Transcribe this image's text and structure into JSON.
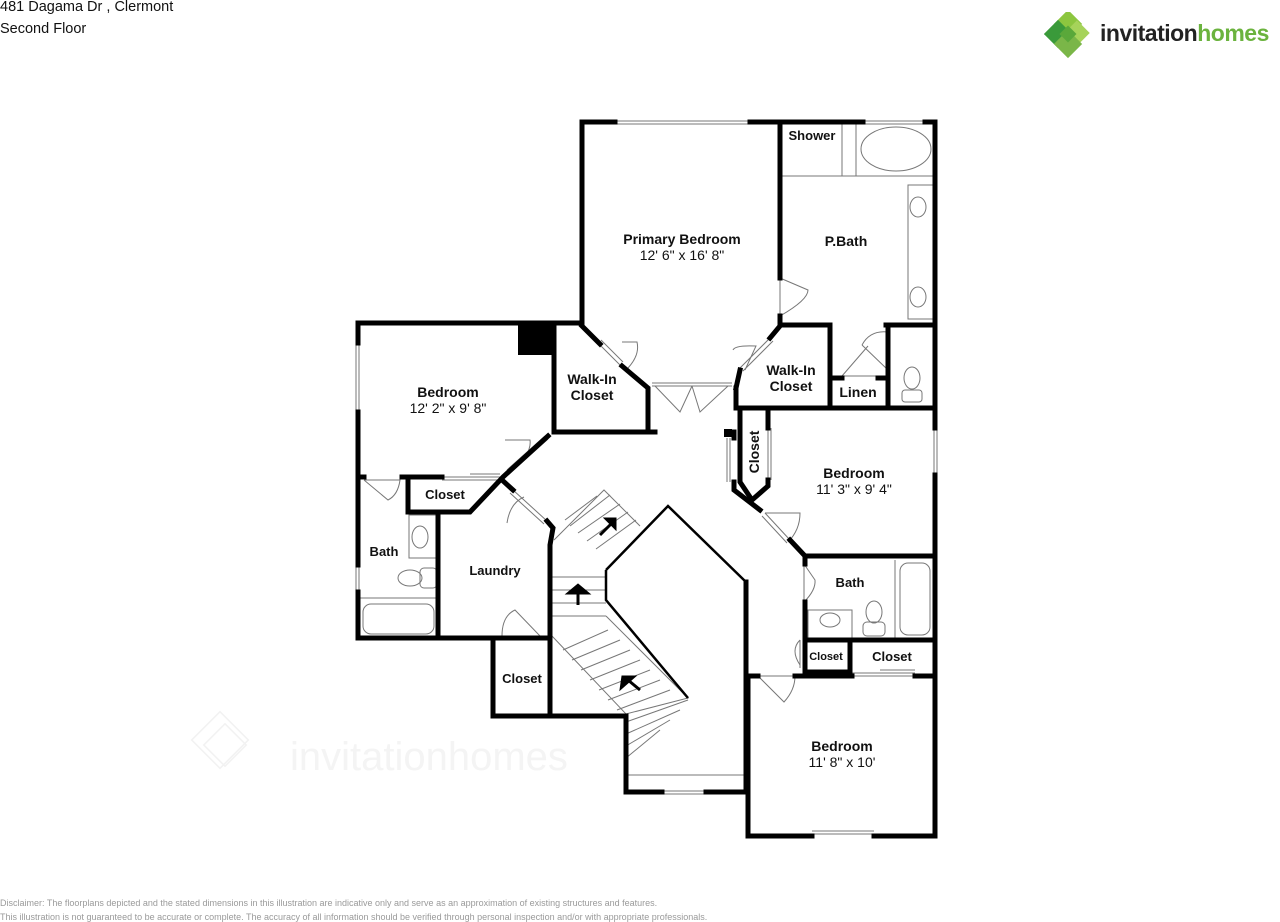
{
  "header": {
    "address": "481 Dagama Dr , Clermont",
    "floor": "Second Floor"
  },
  "logo": {
    "word1": "invitation",
    "word2": "homes",
    "icon": "invitation-homes-diamond-logo-icon",
    "colors": {
      "dark": "#222222",
      "green": "#6bb33e",
      "light_green": "#8cc63f",
      "deep_green": "#3a9a3a"
    }
  },
  "watermark": {
    "logo_text": "invitationhomes"
  },
  "rooms": [
    {
      "id": "primary-bedroom",
      "name": "Primary Bedroom",
      "dims": "12' 6\" x 16' 8\""
    },
    {
      "id": "shower",
      "name": "Shower",
      "dims": ""
    },
    {
      "id": "primary-bath",
      "name": "P.Bath",
      "dims": ""
    },
    {
      "id": "bedroom-west",
      "name": "Bedroom",
      "dims": "12' 2\" x 9' 8\""
    },
    {
      "id": "walk-in-closet-west",
      "name": "Walk-In\nCloset",
      "name_line1": "Walk-In",
      "name_line2": "Closet"
    },
    {
      "id": "walk-in-closet-east",
      "name": "Walk-In\nCloset",
      "name_line1": "Walk-In",
      "name_line2": "Closet"
    },
    {
      "id": "linen",
      "name": "Linen"
    },
    {
      "id": "closet-bedroom-east",
      "name": "Closet"
    },
    {
      "id": "bedroom-east",
      "name": "Bedroom",
      "dims": "11' 3\" x 9' 4\""
    },
    {
      "id": "closet-west",
      "name": "Closet"
    },
    {
      "id": "bath-west",
      "name": "Bath"
    },
    {
      "id": "laundry",
      "name": "Laundry"
    },
    {
      "id": "closet-south",
      "name": "Closet"
    },
    {
      "id": "bath-east",
      "name": "Bath"
    },
    {
      "id": "closet-small",
      "name": "Closet"
    },
    {
      "id": "closet-southeast",
      "name": "Closet"
    },
    {
      "id": "bedroom-south",
      "name": "Bedroom",
      "dims": "11' 8\" x 10'"
    }
  ],
  "disclaimer": {
    "line1": "Disclaimer: The floorplans depicted and the stated dimensions in this illustration are indicative only and serve as an approximation of existing structures and features.",
    "line2": "This illustration is not guaranteed to be accurate or complete. The accuracy of all information should be verified through personal inspection and/or with appropriate professionals."
  }
}
